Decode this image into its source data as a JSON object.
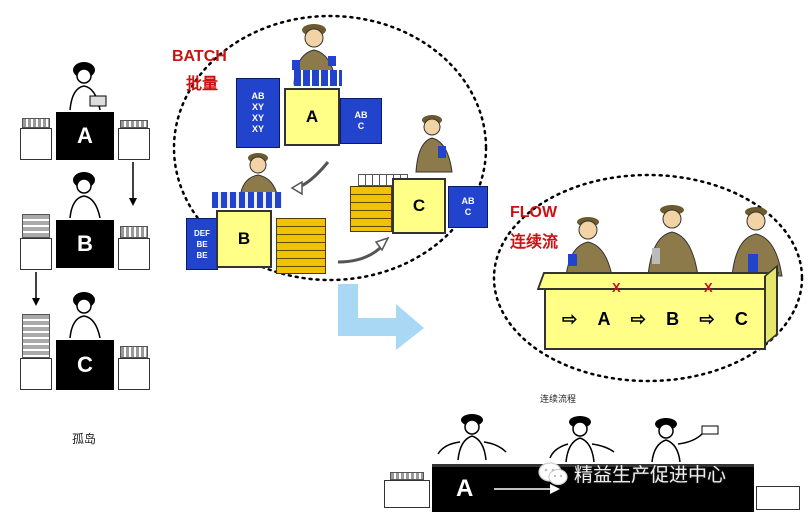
{
  "batch": {
    "title_en": "BATCH",
    "title_cn": "批量",
    "stations": [
      "A",
      "B",
      "C"
    ],
    "stack_a": [
      "AB",
      "XY",
      "XY",
      "XY"
    ],
    "stack_a2": [
      "AB",
      "C"
    ],
    "stack_b": [
      "DEF",
      "BE",
      "BE"
    ],
    "stack_c": [
      "AB",
      "C"
    ]
  },
  "flow": {
    "title_en": "FLOW",
    "title_cn": "连续流",
    "sequence": [
      "⇨",
      "A",
      "⇨",
      "B",
      "⇨",
      "C"
    ],
    "marks": [
      "X",
      "X"
    ]
  },
  "isolated": {
    "caption": "孤岛",
    "stations": [
      "A",
      "B",
      "C"
    ]
  },
  "continuous": {
    "caption": "连续流程",
    "station": "A"
  },
  "watermark": {
    "text": "精益生产促进中心"
  },
  "colors": {
    "red": "#cc1111",
    "blue": "#2244cc",
    "yellow": "#ffff88",
    "arrow": "#a9d8f5"
  }
}
